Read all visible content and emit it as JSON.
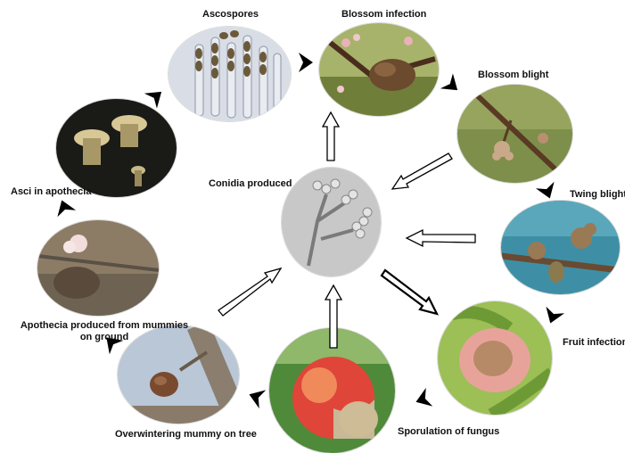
{
  "labels": {
    "ascospores": "Ascospores",
    "blossom_infection": "Blossom infection",
    "blossom_blight": "Blossom blight",
    "twing_blight": "Twing blight",
    "fruit_infection": "Fruit infection",
    "sporulation": "Sporulation of fungus",
    "mummy_on_tree": "Overwintering mummy on tree",
    "apothecia_line1": "Apothecia produced from mummies",
    "apothecia_line2": "on ground",
    "asci": "Asci in apothecia",
    "conidia": "Conidia produced"
  }
}
